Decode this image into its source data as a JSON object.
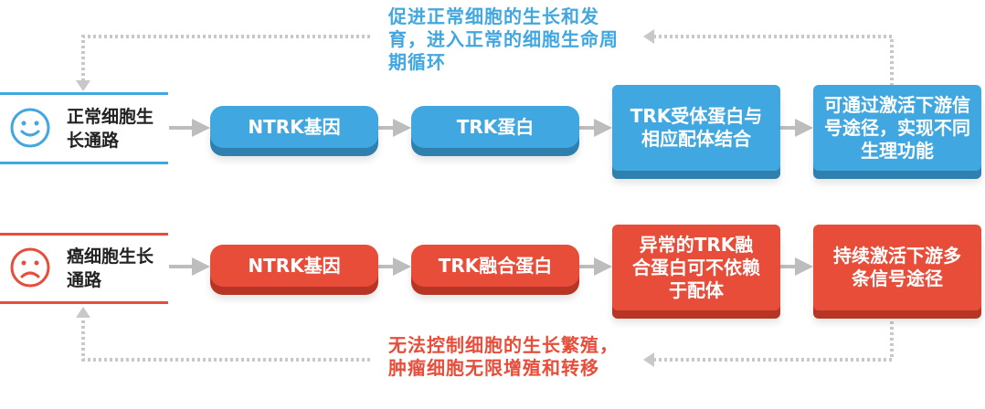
{
  "colors": {
    "blue": "#41a7e0",
    "blue_dark": "#2f80ae",
    "red": "#e84d3a",
    "red_dark": "#b73525",
    "arrow_gray": "#bdbdbd"
  },
  "normal_pathway": {
    "label": "正常细胞生长通路",
    "icon": "smiley-face-icon",
    "steps": [
      "NTRK基因",
      "TRK蛋白",
      "TRK受体蛋白与相应配体结合",
      "可通过激活下游信号途径，实现不同生理功能"
    ],
    "loop_note": "促进正常细胞的生长和发育，进入正常的细胞生命周期循环"
  },
  "cancer_pathway": {
    "label": "癌细胞生长通路",
    "icon": "sad-face-icon",
    "steps": [
      "NTRK基因",
      "TRK融合蛋白",
      "异常的TRK融合蛋白可不依赖于配体",
      "持续激活下游多条信号途径"
    ],
    "loop_note": "无法控制细胞的生长繁殖，肿瘤细胞无限增殖和转移"
  }
}
